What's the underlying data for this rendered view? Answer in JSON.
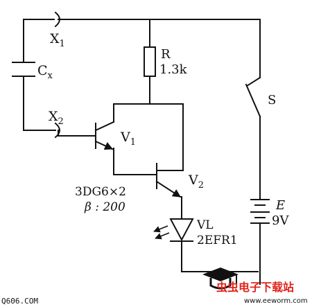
{
  "labels": {
    "x1_main": "X",
    "x1_sub": "1",
    "x2_main": "X",
    "x2_sub": "2",
    "cx_main": "C",
    "cx_sub": "x",
    "r_name": "R",
    "r_value": "1.3k",
    "switch": "S",
    "v1_main": "V",
    "v1_sub": "1",
    "v2_main": "V",
    "v2_sub": "2",
    "transistor_model": "3DG6×2",
    "beta": "β : 200",
    "led_name": "VL",
    "led_model": "2EFR1",
    "battery_name": "E",
    "battery_value": "9V"
  },
  "watermark": {
    "left": "Q606.COM",
    "brand": "虫虫电子下载站",
    "url": "www.eeworm.com",
    "brand_color": "#e0231b"
  }
}
